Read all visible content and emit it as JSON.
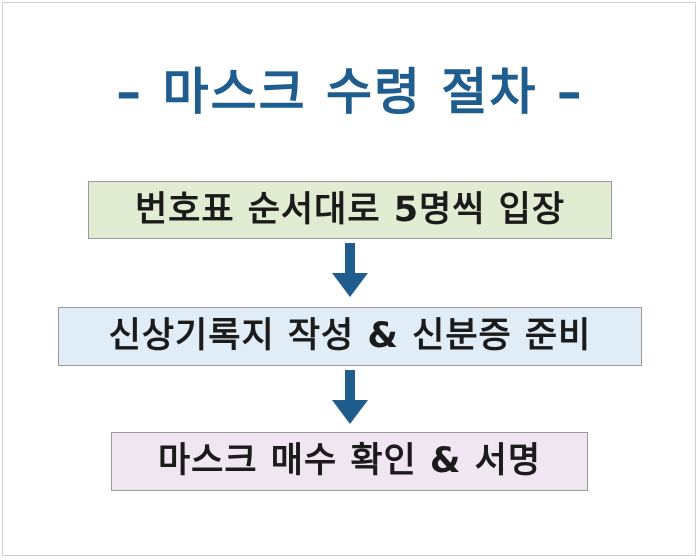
{
  "title": "– 마스크 수령 절차 –",
  "steps": [
    {
      "label": "번호표 순서대로 5명씩 입장",
      "fill": "#e2ecd3"
    },
    {
      "label": "신상기록지 작성 & 신분증 준비",
      "fill": "#e0edf7"
    },
    {
      "label": "마스크 매수 확인 & 서명",
      "fill": "#efe6f1"
    }
  ],
  "colors": {
    "title": "#1f5d8e",
    "arrow": "#1f5d8e",
    "box_border": "#9a9a9a",
    "text": "#1b1b1b"
  },
  "icons": {
    "connector": "arrow-down-icon"
  }
}
